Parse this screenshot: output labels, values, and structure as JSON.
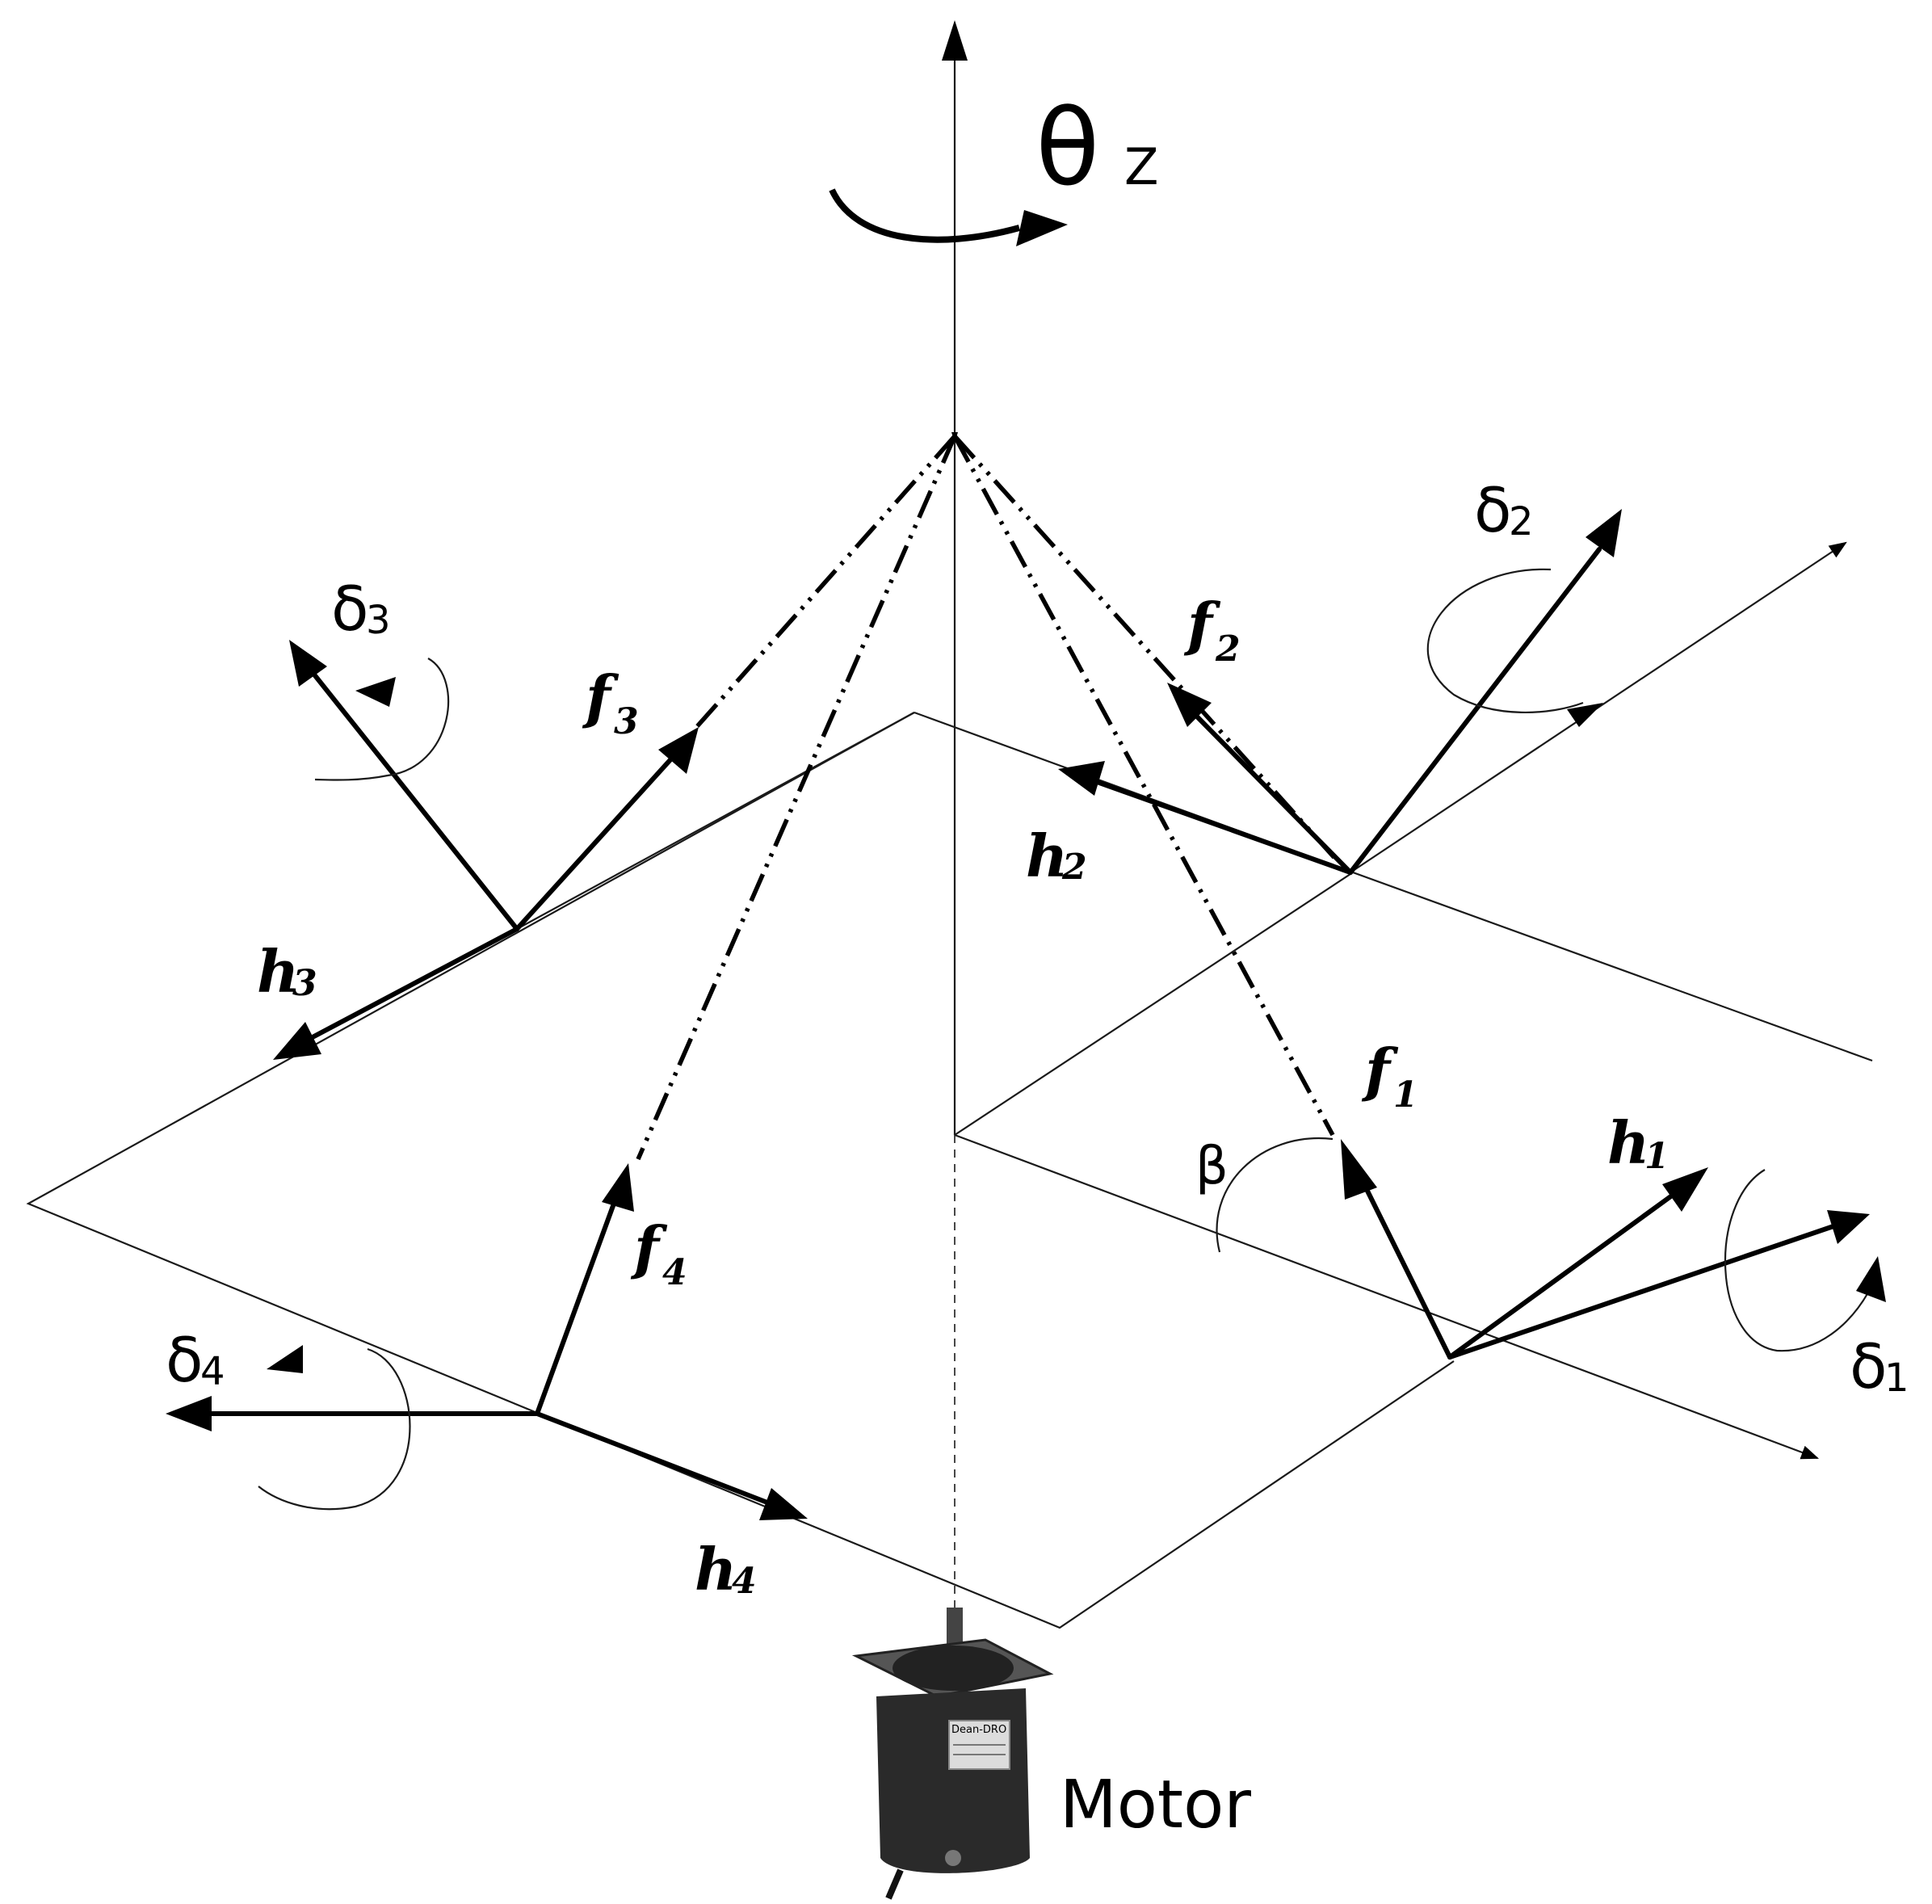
{
  "labels": {
    "theta": "θ",
    "theta_sub": "Z",
    "delta1": "δ",
    "delta1_sub": "1",
    "delta2": "δ",
    "delta2_sub": "2",
    "delta3": "δ",
    "delta3_sub": "3",
    "delta4": "δ",
    "delta4_sub": "4",
    "f1": "f",
    "f1_sub": "1",
    "f2": "f",
    "f2_sub": "2",
    "f3": "f",
    "f3_sub": "3",
    "f4": "f",
    "f4_sub": "4",
    "h1": "h",
    "h1_sub": "1",
    "h2": "h",
    "h2_sub": "2",
    "h3": "h",
    "h3_sub": "3",
    "h4": "h",
    "h4_sub": "4",
    "beta": "β",
    "motor": "Motor"
  },
  "motor_plate_text": "Dean-DRO"
}
